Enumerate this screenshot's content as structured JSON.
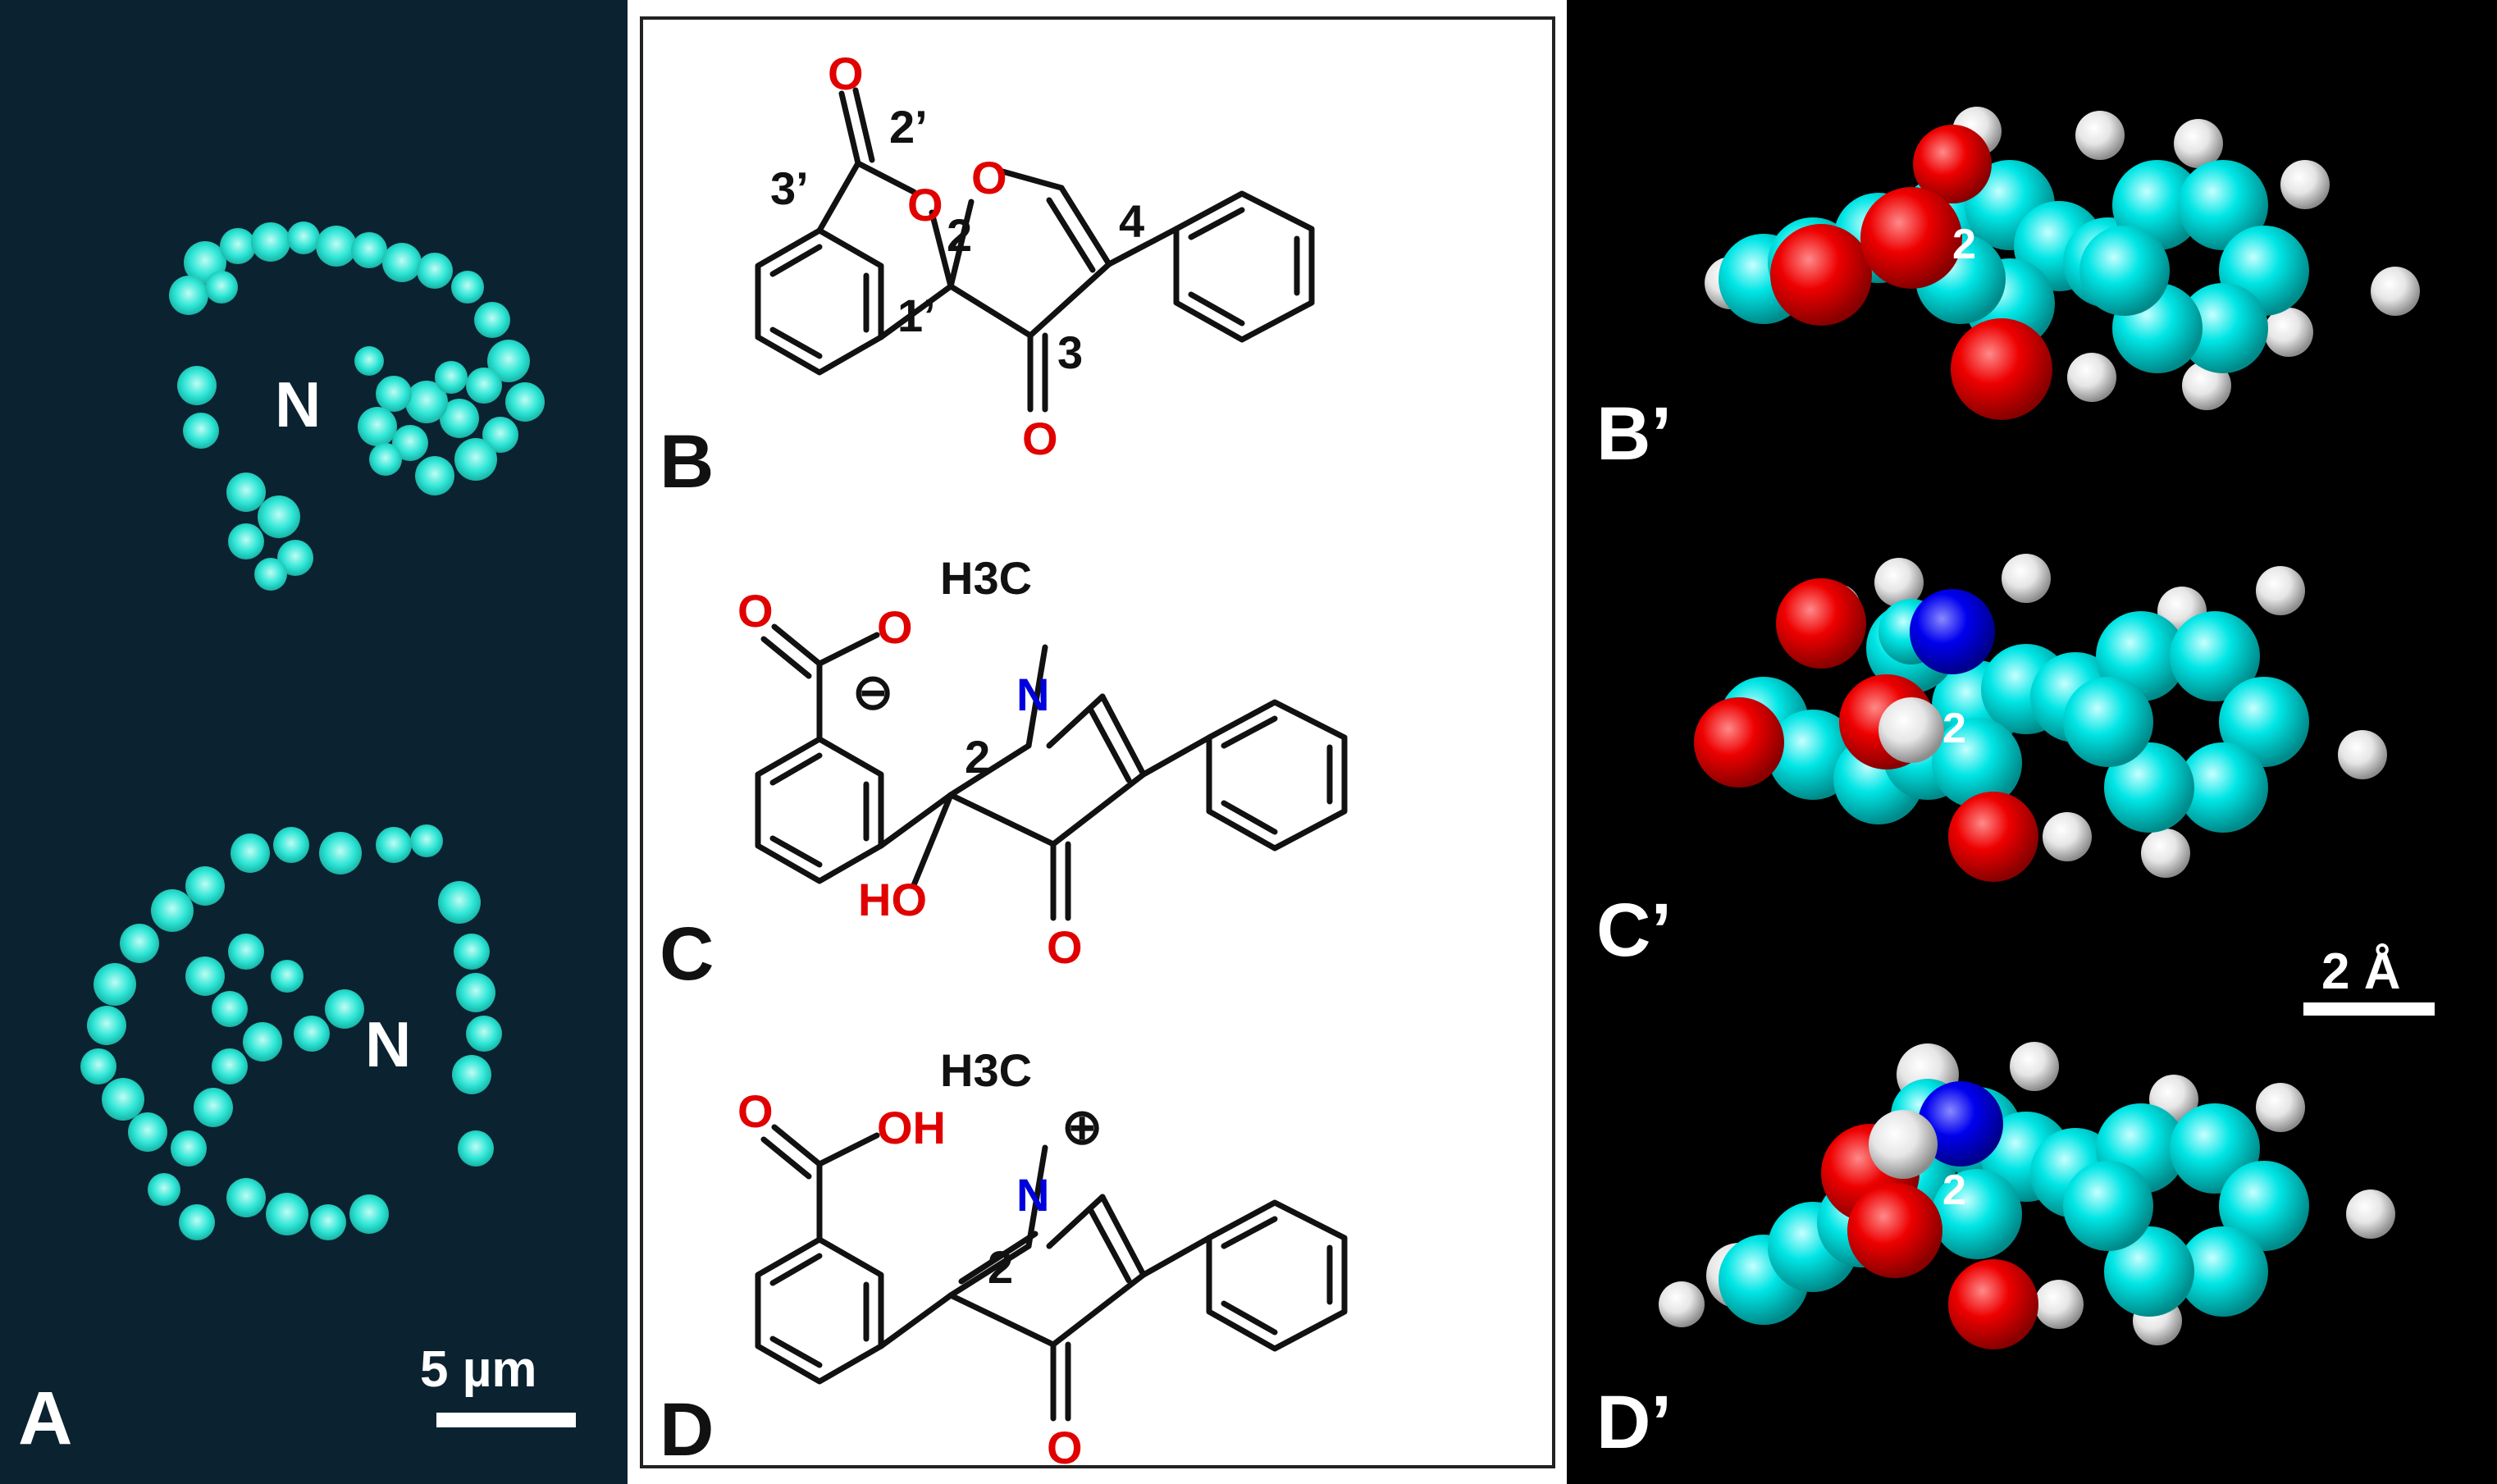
{
  "panels": {
    "a": {
      "letter": "A",
      "nucleus_top": "N",
      "nucleus_bottom": "N",
      "scale_label": "5 µm"
    },
    "b": {
      "letter": "B",
      "o_carbonyl_lactone": "O",
      "o_ring_lactone": "O",
      "o_ring_furan": "O",
      "o_ketone": "O",
      "n3p": "3’",
      "n2p": "2’",
      "n1p": "1’",
      "n2": "2",
      "n3": "3",
      "n4": "4"
    },
    "c": {
      "letter": "C",
      "o_carbonyl": "O",
      "o_carboxylate": "O",
      "minus": "⊖",
      "n_atom": "N",
      "methyl": "H3C",
      "ho": "HO",
      "o_ketone": "O",
      "n2": "2"
    },
    "d": {
      "letter": "D",
      "o_carbonyl": "O",
      "oh": "OH",
      "plus": "⊕",
      "n_atom": "N",
      "methyl": "H3C",
      "o_ketone": "O",
      "n2": "2"
    },
    "b_prime": {
      "letter": "B’",
      "n2": "2"
    },
    "c_prime": {
      "letter": "C’",
      "n2": "2"
    },
    "d_prime": {
      "letter": "D’",
      "n2": "2"
    },
    "scale_right": "2 Å"
  },
  "colors": {
    "oxygen": "#ff0000",
    "nitrogen": "#0000ff",
    "carbon": "#00e5e5",
    "hydrogen": "#f2f2f2",
    "nucleus_fluor": "#2fe6d6"
  }
}
